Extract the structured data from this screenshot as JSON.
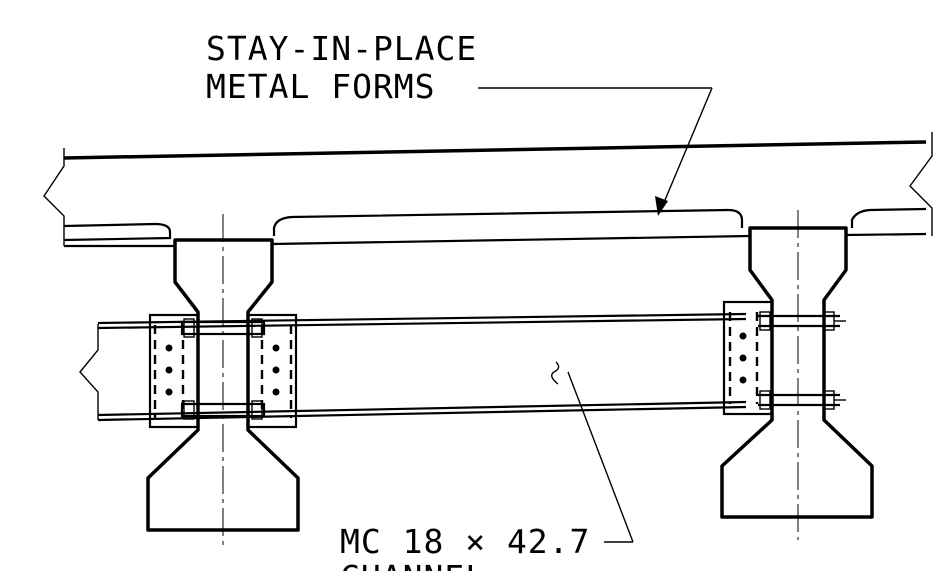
{
  "labels": {
    "forms_line1": "STAY-IN-PLACE",
    "forms_line2": "METAL FORMS",
    "channel_line1": "MC 18 × 42.7",
    "channel_line2": "CHANNEL"
  }
}
